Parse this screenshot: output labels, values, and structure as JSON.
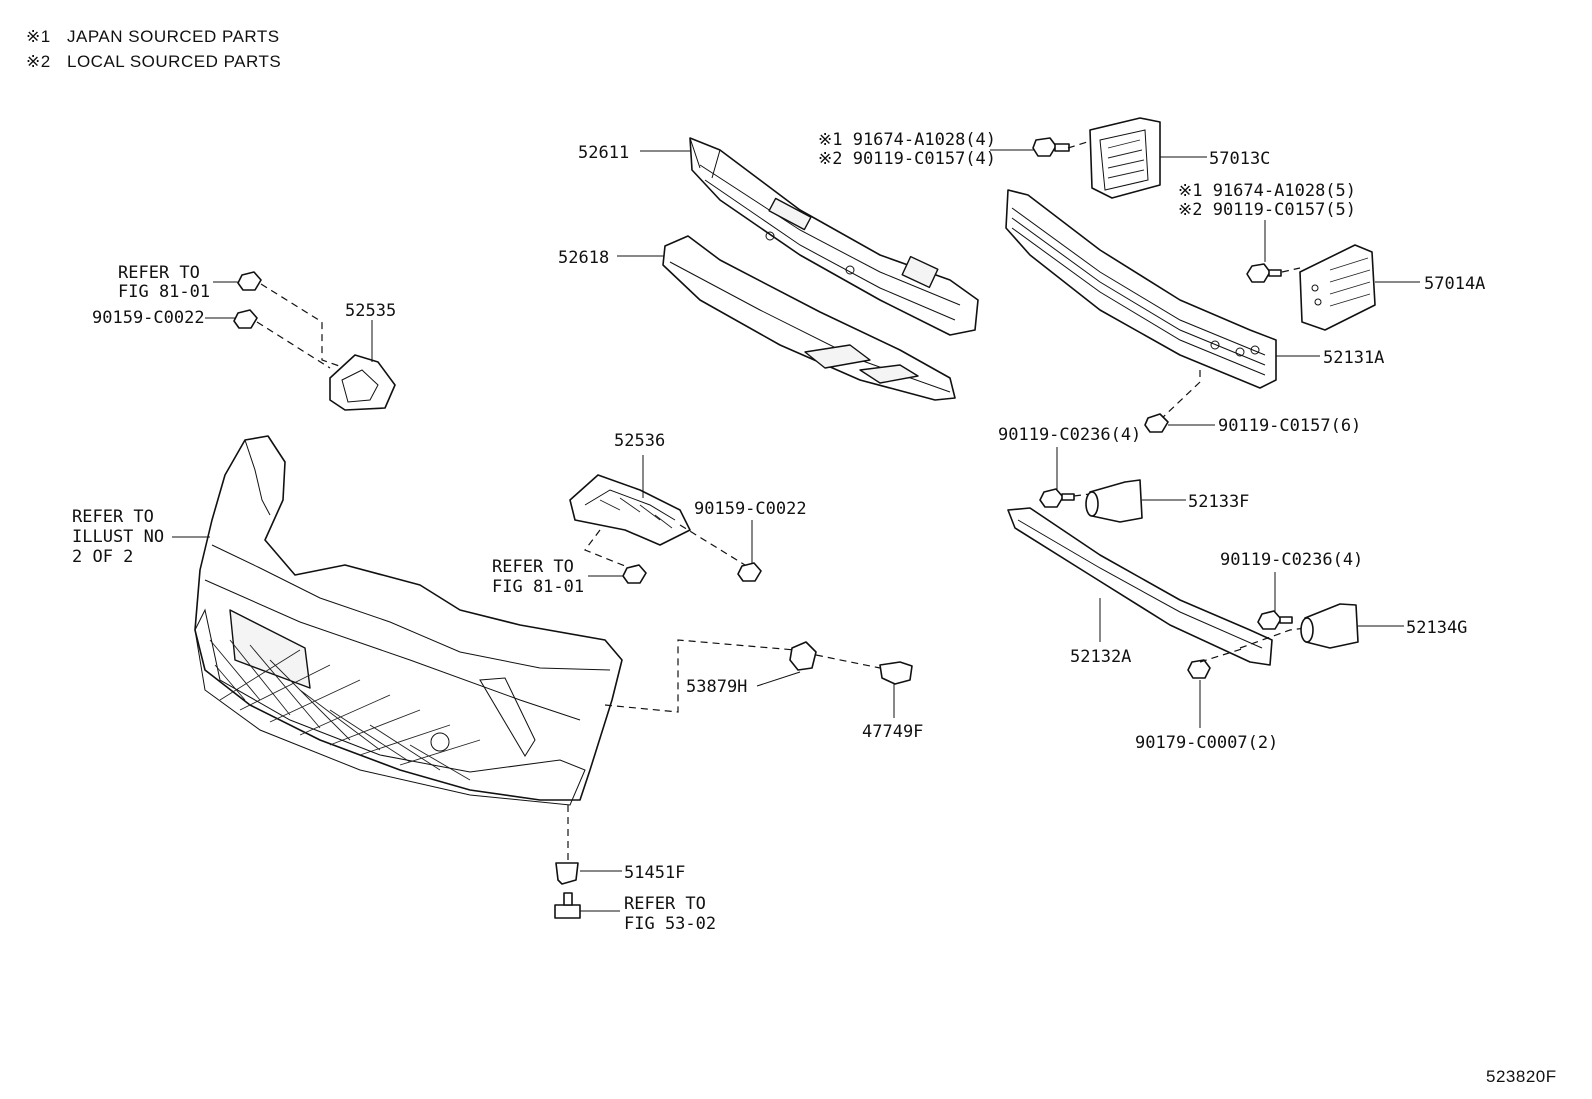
{
  "notes": [
    {
      "mark": "※1",
      "text": "JAPAN SOURCED PARTS"
    },
    {
      "mark": "※2",
      "text": "LOCAL SOURCED PARTS"
    }
  ],
  "labels": {
    "p52611": "52611",
    "p52618": "52618",
    "bolt_jp_4": "※1 91674-A1028(4)",
    "bolt_loc_4": "※2 90119-C0157(4)",
    "p57013C": "57013C",
    "bolt_jp_5": "※1 91674-A1028(5)",
    "bolt_loc_5": "※2 90119-C0157(5)",
    "p57014A": "57014A",
    "p52131A": "52131A",
    "p90119_C0157_6": "90119-C0157(6)",
    "p90119_C0236_4a": "90119-C0236(4)",
    "p52133F": "52133F",
    "p90119_C0236_4b": "90119-C0236(4)",
    "p52134G": "52134G",
    "p52132A": "52132A",
    "p90179_C0007_2": "90179-C0007(2)",
    "refer_81_01_a_1": "REFER TO",
    "refer_81_01_a_2": "FIG 81-01",
    "p90159_C0022_a": "90159-C0022",
    "p52535": "52535",
    "refer_illust_1": "REFER TO",
    "refer_illust_2": "ILLUST NO",
    "refer_illust_3": "2 OF 2",
    "p52536": "52536",
    "p90159_C0022_b": "90159-C0022",
    "refer_81_01_b_1": "REFER TO",
    "refer_81_01_b_2": "FIG 81-01",
    "p53879H": "53879H",
    "p47749F": "47749F",
    "p51451F": "51451F",
    "refer_53_02_1": "REFER TO",
    "refer_53_02_2": "FIG 53-02",
    "illustration_number": "523820F"
  }
}
